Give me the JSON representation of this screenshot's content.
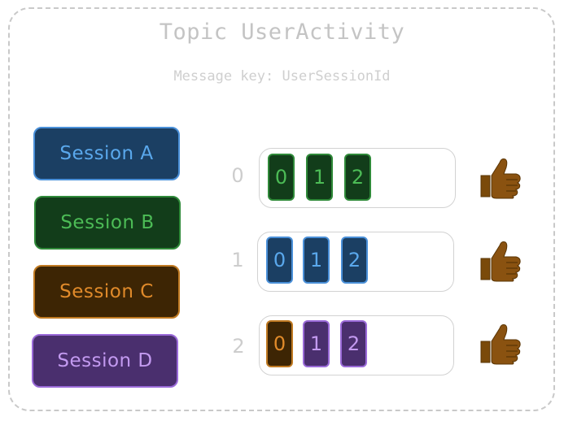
{
  "title": "Topic UserActivity",
  "subtitle": "Message key: UserSessionId",
  "sessions": [
    {
      "label": "Session A",
      "color": "#1b3f63"
    },
    {
      "label": "Session B",
      "color": "#123d1a"
    },
    {
      "label": "Session C",
      "color": "#3d2504"
    },
    {
      "label": "Session D",
      "color": "#4a2f6e"
    }
  ],
  "partitions": [
    {
      "number": "0",
      "messages": [
        {
          "offset": "0",
          "session": "Session B"
        },
        {
          "offset": "1",
          "session": "Session B"
        },
        {
          "offset": "2",
          "session": "Session B"
        }
      ],
      "status_icon": "thumbs-up-icon"
    },
    {
      "number": "1",
      "messages": [
        {
          "offset": "0",
          "session": "Session A"
        },
        {
          "offset": "1",
          "session": "Session A"
        },
        {
          "offset": "2",
          "session": "Session A"
        }
      ],
      "status_icon": "thumbs-up-icon"
    },
    {
      "number": "2",
      "messages": [
        {
          "offset": "0",
          "session": "Session C"
        },
        {
          "offset": "1",
          "session": "Session D"
        },
        {
          "offset": "2",
          "session": "Session D"
        }
      ],
      "status_icon": "thumbs-up-icon"
    }
  ]
}
